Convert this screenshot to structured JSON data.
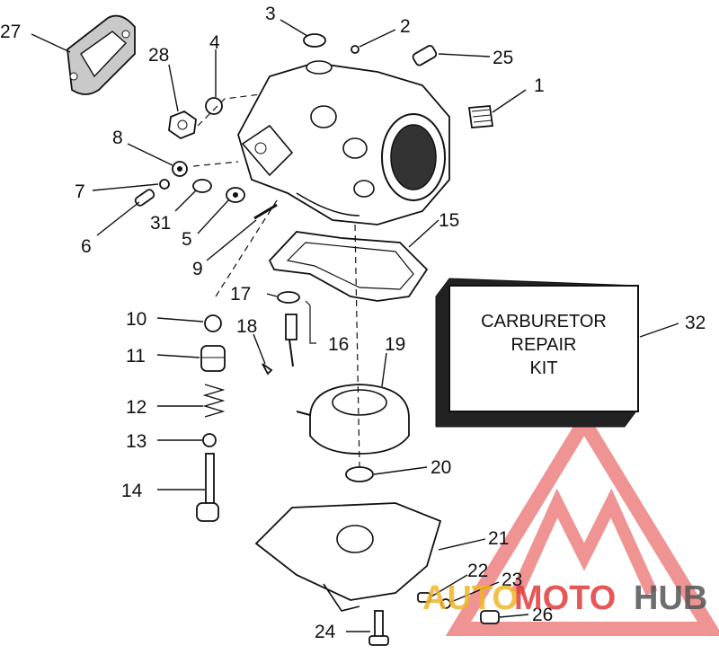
{
  "diagram": {
    "callouts": [
      {
        "id": "1",
        "label": "1"
      },
      {
        "id": "2",
        "label": "2"
      },
      {
        "id": "3",
        "label": "3"
      },
      {
        "id": "4",
        "label": "4"
      },
      {
        "id": "5",
        "label": "5"
      },
      {
        "id": "6",
        "label": "6"
      },
      {
        "id": "7",
        "label": "7"
      },
      {
        "id": "8",
        "label": "8"
      },
      {
        "id": "9",
        "label": "9"
      },
      {
        "id": "10",
        "label": "10"
      },
      {
        "id": "11",
        "label": "11"
      },
      {
        "id": "12",
        "label": "12"
      },
      {
        "id": "13",
        "label": "13"
      },
      {
        "id": "14",
        "label": "14"
      },
      {
        "id": "15",
        "label": "15"
      },
      {
        "id": "16",
        "label": "16"
      },
      {
        "id": "17",
        "label": "17"
      },
      {
        "id": "18",
        "label": "18"
      },
      {
        "id": "19",
        "label": "19"
      },
      {
        "id": "20",
        "label": "20"
      },
      {
        "id": "21",
        "label": "21"
      },
      {
        "id": "22",
        "label": "22"
      },
      {
        "id": "23",
        "label": "23"
      },
      {
        "id": "24",
        "label": "24"
      },
      {
        "id": "25",
        "label": "25"
      },
      {
        "id": "26",
        "label": "26"
      },
      {
        "id": "27",
        "label": "27"
      },
      {
        "id": "28",
        "label": "28"
      },
      {
        "id": "31",
        "label": "31"
      },
      {
        "id": "32",
        "label": "32"
      }
    ],
    "kit_box": {
      "line1": "CARBURETOR",
      "line2": "REPAIR",
      "line3": "KIT"
    }
  },
  "watermark": {
    "text_a": "AUTO",
    "text_b": "MOTO",
    "text_c": "HUB",
    "color_red": "#e23b3b",
    "color_gold": "#f0b429",
    "color_gray": "#555555"
  }
}
